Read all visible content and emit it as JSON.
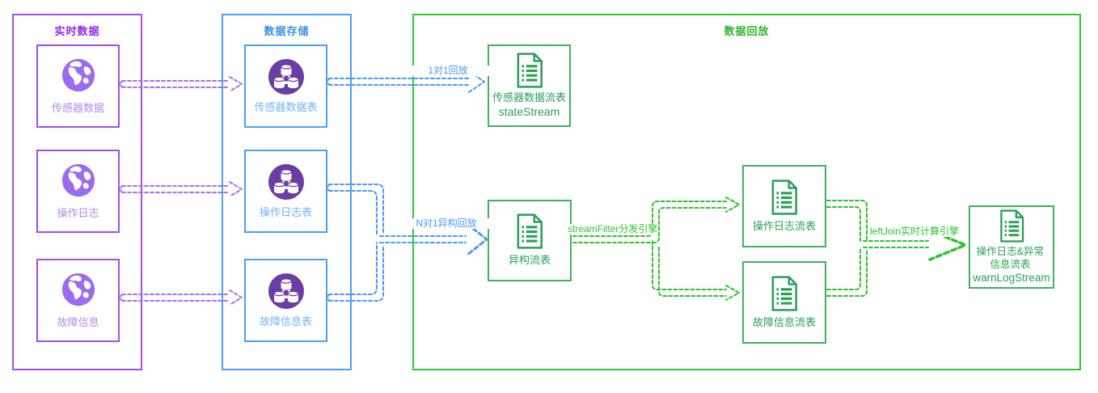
{
  "groups": {
    "realtime": {
      "title": "实时数据",
      "nodes": [
        {
          "label": "传感器数据"
        },
        {
          "label": "操作日志"
        },
        {
          "label": "故障信息"
        }
      ]
    },
    "storage": {
      "title": "数据存储",
      "nodes": [
        {
          "label": "传感器数据表"
        },
        {
          "label": "操作日志表"
        },
        {
          "label": "故障信息表"
        }
      ]
    },
    "replay": {
      "title": "数据回放",
      "nodes": [
        {
          "label": "传感器数据流表",
          "sublabel": "stateStream"
        },
        {
          "label": "异构流表"
        },
        {
          "label": "操作日志流表"
        },
        {
          "label": "故障信息流表"
        },
        {
          "label": "操作日志&异常信息流表",
          "sublabel": "warnLogStream"
        }
      ]
    }
  },
  "edges": {
    "one_to_one": "1对1回放",
    "n_to_one": "N对1异构回放",
    "stream_filter": "streamFilter分发引擎",
    "left_join": "leftJoin实时计算引擎"
  },
  "icons": {
    "source": "globe-icon",
    "storage": "database-cluster-icon",
    "stream": "document-icon"
  },
  "colors": {
    "purple-border": "#a54cf0",
    "purple-title": "#9326ee",
    "purple-label": "#b08af0",
    "purple-arrow": "#a96ef2",
    "globe-fill": "#9c6cee",
    "db-fill": "#6b3da5",
    "blue-border": "#4aa0f5",
    "blue-title": "#3a8fe8",
    "blue-label": "#72b4f7",
    "blue-arrow": "#4f97f8",
    "green-border": "#2ecb2e",
    "green-title": "#2db42d",
    "green-node-border": "#3fb35b",
    "green-text": "#2aa055",
    "green-arrow": "#2cc42c"
  }
}
